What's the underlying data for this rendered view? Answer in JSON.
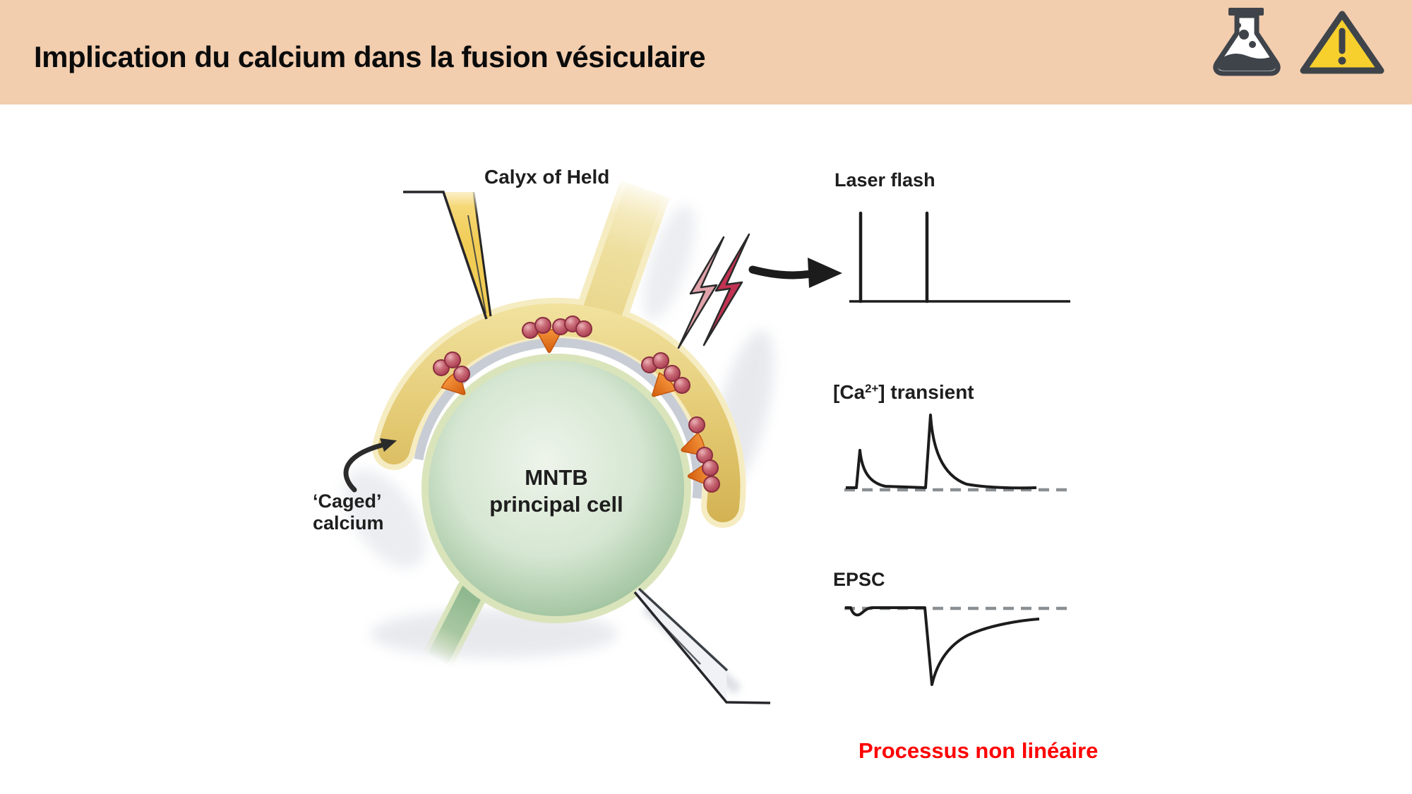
{
  "slide": {
    "title": "Implication du calcium dans la fusion vésiculaire",
    "header_bg": "#F2CDAE",
    "header_icons": [
      "flask-icon",
      "warning-icon"
    ]
  },
  "figure": {
    "labels": {
      "calyx": "Calyx of Held",
      "caged_line1": "‘Caged’",
      "caged_line2": "calcium",
      "cell_line1": "MNTB",
      "cell_line2": "principal cell"
    },
    "traces": {
      "laser": {
        "label": "Laser flash",
        "pulse_count": 2
      },
      "calcium": {
        "label_pre": "[Ca",
        "label_sup": "2+",
        "label_post": "] transient",
        "transient_count": 2,
        "relative_amplitudes": [
          "small",
          "large"
        ]
      },
      "epsc": {
        "label": "EPSC",
        "response_count": 2,
        "relative_amplitudes": [
          "very small",
          "large"
        ]
      }
    },
    "caption": {
      "text": "Processus non linéaire",
      "color": "#FF0000"
    },
    "palette": {
      "calyx_gold": "#E2C76F",
      "calyx_rim": "#F6ECC2",
      "cell_green": "#8CB68C",
      "cell_rim": "#DAE4BB",
      "vesicle_red": "#A83B4F",
      "release_site_orange": "#E06A14",
      "bolt_front": "#C23252",
      "bolt_back": "#E0A2AA",
      "trace_black": "#1C1C1C",
      "baseline_gray": "#8A8F93"
    }
  }
}
